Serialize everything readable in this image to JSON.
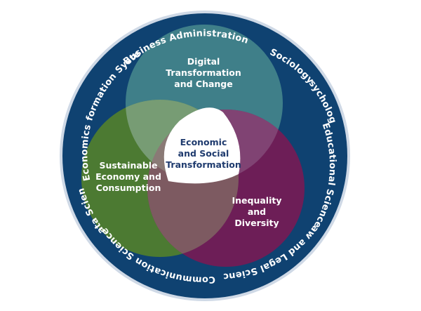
{
  "diagram": {
    "outer_ring_labels": [
      "Business Administration",
      "Sociology",
      "Psychology",
      "Educational Science",
      "Law and Legal Science",
      "Communication Science",
      "Data Science",
      "Economics",
      "Information Systems"
    ],
    "circles": {
      "digital": {
        "lines": [
          "Digital",
          "Transformation",
          "and Change"
        ],
        "color": "#3f7f89"
      },
      "sustainable": {
        "lines": [
          "Sustainable",
          "Economy and",
          "Consumption"
        ],
        "color": "#4c7a32"
      },
      "inequality": {
        "lines": [
          "Inequality",
          "and",
          "Diversity"
        ],
        "color": "#6d1e57"
      }
    },
    "center": {
      "lines": [
        "Economic",
        "and Social",
        "Transformation"
      ]
    },
    "colors": {
      "ring": "#0f4271",
      "ring_border": "#8fa8c4",
      "center_text": "#1f3b6e"
    }
  }
}
